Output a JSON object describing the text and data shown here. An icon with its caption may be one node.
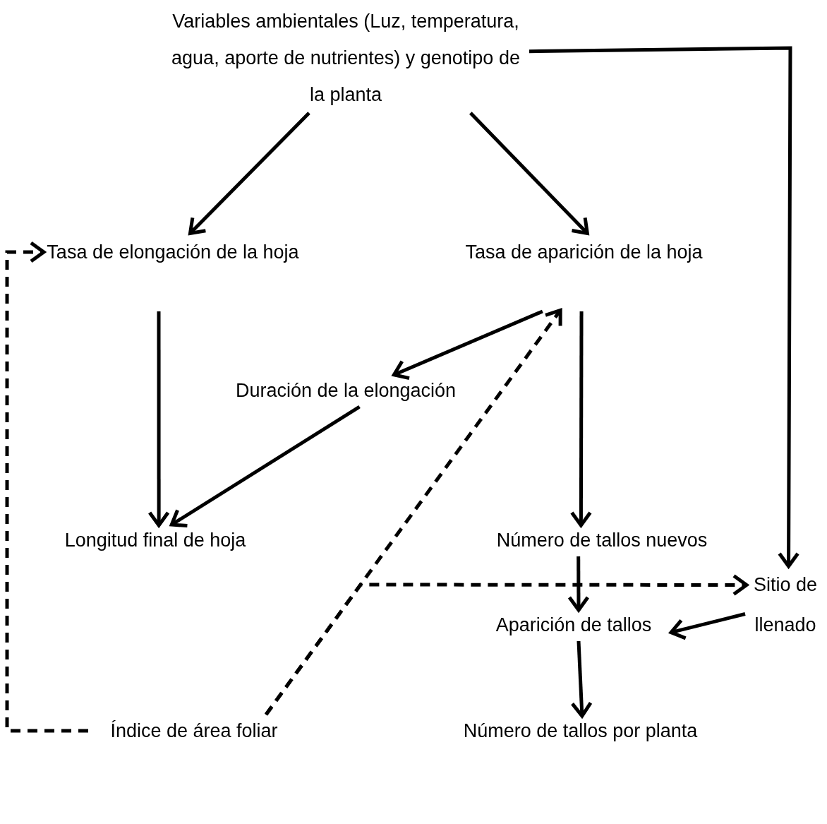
{
  "diagram": {
    "nodes": [
      {
        "text": [
          "Variables ambientales (Luz, temperatura, agua, aporte de nutrientes) y genotipo de la planta"
        ]
      },
      {
        "text": [
          "Tasa de elongación de la hoja"
        ]
      },
      {
        "text": [
          "Tasa de aparición de la hoja"
        ]
      },
      {
        "text": [
          "Duración de la elongación"
        ]
      },
      {
        "text": [
          "Longitud final de hoja"
        ]
      },
      {
        "text": [
          "Número de tallos nuevos"
        ]
      },
      {
        "text": [
          "Sitio de llenado"
        ]
      },
      {
        "text": [
          "Aparición de tallos"
        ]
      },
      {
        "text": [
          "Índice de área foliar"
        ]
      },
      {
        "text": [
          "Número de tallos por planta"
        ]
      }
    ],
    "edges": [
      {
        "from": 0,
        "to": 1,
        "arrow": "to"
      },
      {
        "from": 0,
        "to": 2,
        "arrow": "to"
      },
      {
        "from": 0,
        "to": 6,
        "arrow": "to"
      },
      {
        "from": 2,
        "to": 3,
        "arrow": "to"
      },
      {
        "from": 1,
        "to": 4,
        "arrow": "to"
      },
      {
        "from": 3,
        "to": 4,
        "arrow": "to"
      },
      {
        "from": 2,
        "to": 5,
        "arrow": "to"
      },
      {
        "from": 8,
        "to": 2,
        "arrow": "to",
        "style": "dashed"
      },
      {
        "from": 8,
        "to": 1,
        "arrow": "to",
        "style": "dashed"
      },
      {
        "from": 8,
        "to": 6,
        "arrow": "to",
        "style": "dashed"
      },
      {
        "from": 5,
        "to": 7,
        "arrow": "to"
      },
      {
        "from": 6,
        "to": 7,
        "arrow": "to"
      },
      {
        "from": 7,
        "to": 9,
        "arrow": "to"
      }
    ]
  }
}
